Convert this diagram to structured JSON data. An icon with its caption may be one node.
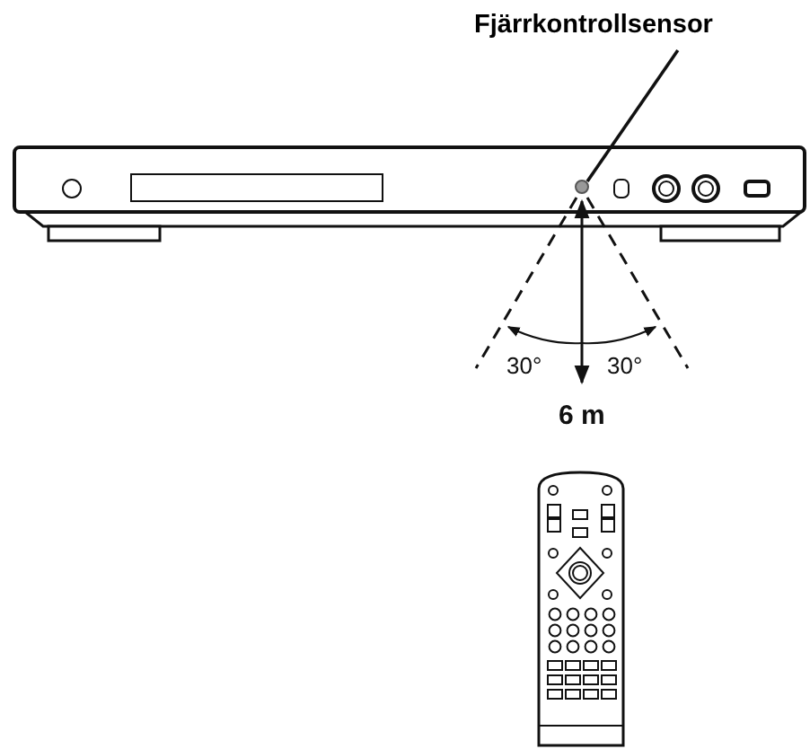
{
  "diagram": {
    "nodes": [
      {
        "text": [
          "Fjärrkontrollsensor"
        ]
      },
      {
        "text": [],
        "shape": "circle"
      }
    ],
    "edges": [
      {
        "from": 0,
        "to": 1,
        "arrow": "none"
      }
    ],
    "labels": [
      "30°",
      "30°",
      "6 m"
    ]
  }
}
